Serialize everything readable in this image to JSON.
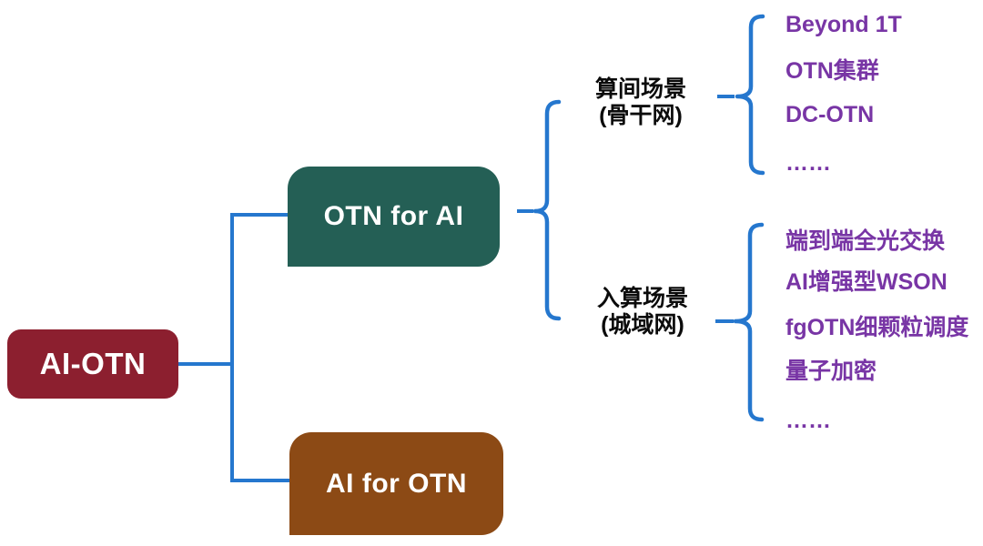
{
  "diagram": {
    "root": {
      "label": "AI-OTN",
      "color": "#8C1F2F"
    },
    "branches": [
      {
        "label": "OTN for AI",
        "color": "#245F55"
      },
      {
        "label": "AI for OTN",
        "color": "#8C4A15"
      }
    ],
    "scenarios": [
      {
        "title": "算间场景",
        "subtitle": "(骨干网)",
        "items": [
          "Beyond 1T",
          "OTN集群",
          "DC-OTN",
          "……"
        ]
      },
      {
        "title": "入算场景",
        "subtitle": "(城域网)",
        "items": [
          "端到端全光交换",
          "AI增强型WSON",
          "fgOTN细颗粒调度",
          "量子加密",
          "……"
        ]
      }
    ],
    "colors": {
      "connector_blue": "#2577CE",
      "item_purple": "#7835A5",
      "label_black": "#0B0B0B",
      "box_text_white": "#FFFFFF"
    }
  }
}
